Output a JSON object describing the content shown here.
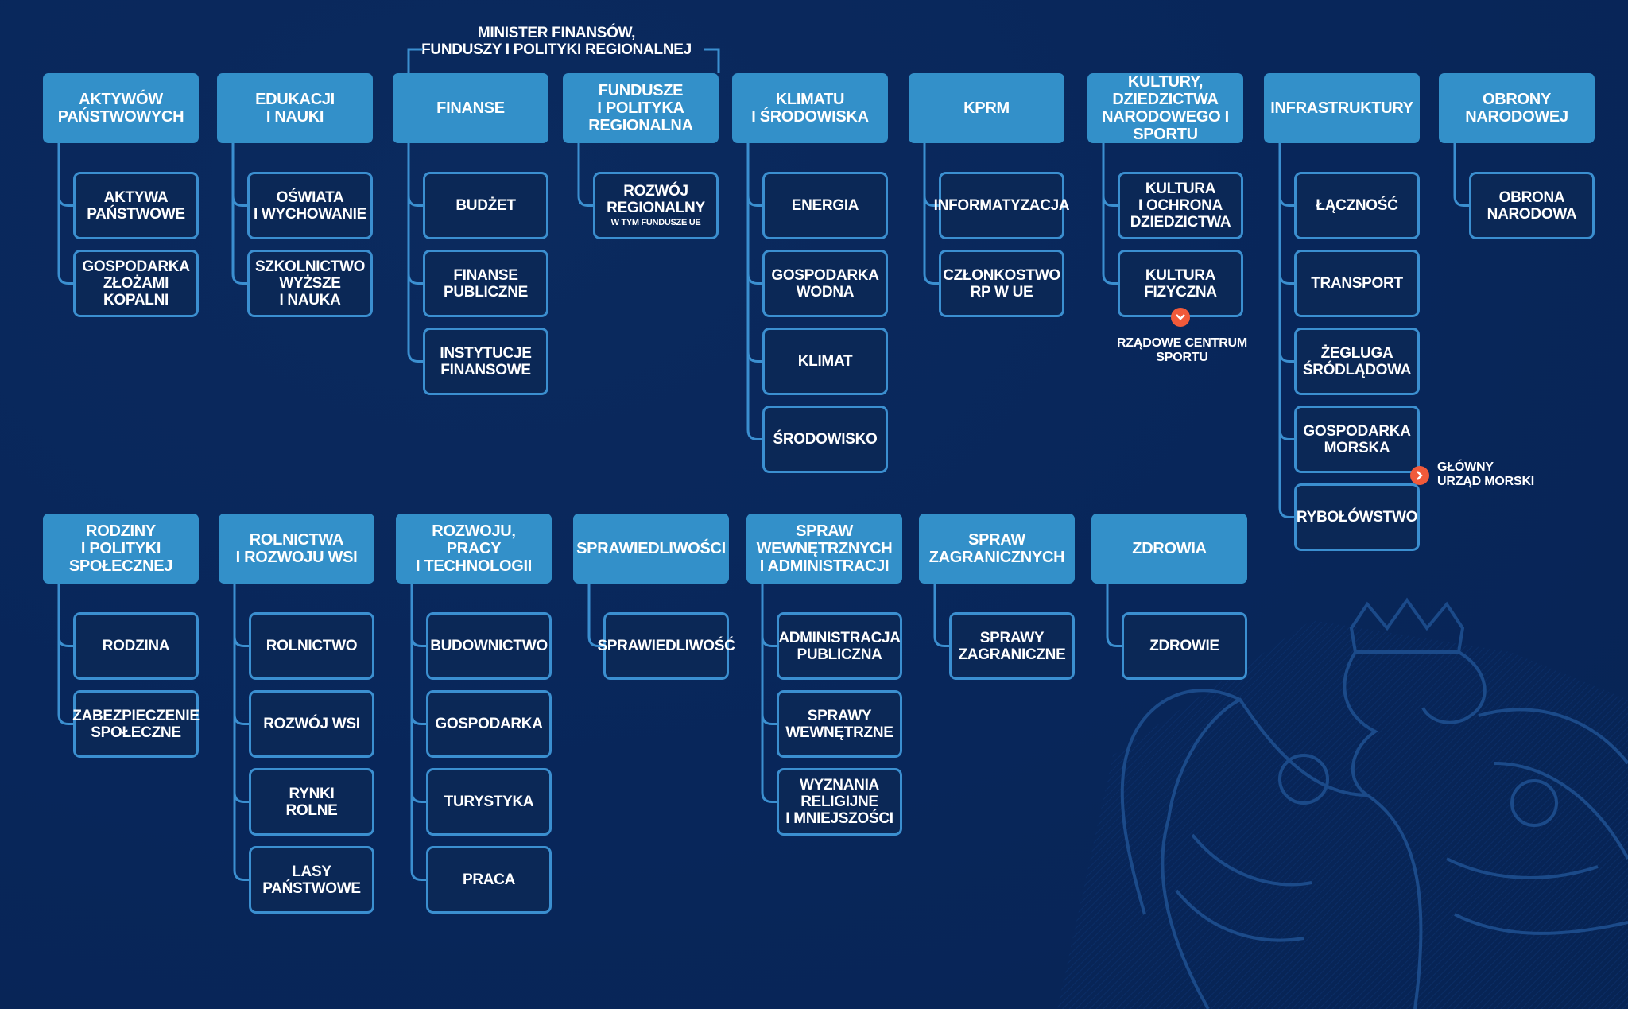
{
  "minister_label": "MINISTER FINANSÓW,\nFUNDUSZY I POLITYKI REGIONALNEJ",
  "ministries": [
    {
      "title": "AKTYWÓW\nPAŃSTWOWYCH",
      "areas": [
        "AKTYWA\nPAŃSTWOWE",
        "GOSPODARKA\nZŁOŻAMI\nKOPALNI"
      ]
    },
    {
      "title": "EDUKACJI\nI NAUKI",
      "areas": [
        "OŚWIATA\nI WYCHOWANIE",
        "SZKOLNICTWO\nWYŻSZE\nI NAUKA"
      ]
    },
    {
      "title": "FINANSE",
      "areas": [
        "BUDŻET",
        "FINANSE\nPUBLICZNE",
        "INSTYTUCJE\nFINANSOWE"
      ]
    },
    {
      "title": "FUNDUSZE\nI POLITYKA\nREGIONALNA",
      "areas": [
        "ROZWÓJ\nREGIONALNY"
      ],
      "area_sub": "W TYM FUNDUSZE UE"
    },
    {
      "title": "KLIMATU\nI ŚRODOWISKA",
      "areas": [
        "ENERGIA",
        "GOSPODARKA\nWODNA",
        "KLIMAT",
        "ŚRODOWISKO"
      ]
    },
    {
      "title": "KPRM",
      "areas": [
        "INFORMATYZACJA",
        "CZŁONKOSTWO\nRP W UE"
      ]
    },
    {
      "title": "KULTURY,\nDZIEDZICTWA\nNARODOWEGO I SPORTU",
      "areas": [
        "KULTURA\nI OCHRONA\nDZIEDZICTWA",
        "KULTURA\nFIZYCZNA"
      ],
      "note": "RZĄDOWE CENTRUM SPORTU"
    },
    {
      "title": "INFRASTRUKTURY",
      "areas": [
        "ŁĄCZNOŚĆ",
        "TRANSPORT",
        "ŻEGLUGA\nŚRÓDLĄDOWA",
        "GOSPODARKA\nMORSKA",
        "RYBOŁÓWSTWO"
      ],
      "note": "GŁÓWNY\nURZĄD MORSKI"
    },
    {
      "title": "OBRONY\nNARODOWEJ",
      "areas": [
        "OBRONA\nNARODOWA"
      ]
    },
    {
      "title": "RODZINY\nI POLITYKI\nSPOŁECZNEJ",
      "areas": [
        "RODZINA",
        "ZABEZPIECZENIE\nSPOŁECZNE"
      ]
    },
    {
      "title": "ROLNICTWA\nI ROZWOJU WSI",
      "areas": [
        "ROLNICTWO",
        "ROZWÓJ WSI",
        "RYNKI\nROLNE",
        "LASY\nPAŃSTWOWE"
      ]
    },
    {
      "title": "ROZWOJU,\nPRACY\nI TECHNOLOGII",
      "areas": [
        "BUDOWNICTWO",
        "GOSPODARKA",
        "TURYSTYKA",
        "PRACA"
      ]
    },
    {
      "title": "SPRAWIEDLIWOŚCI",
      "areas": [
        "SPRAWIEDLIWOŚĆ"
      ]
    },
    {
      "title": "SPRAW\nWEWNĘTRZNYCH\nI ADMINISTRACJI",
      "areas": [
        "ADMINISTRACJA\nPUBLICZNA",
        "SPRAWY\nWEWNĘTRZNE",
        "WYZNANIA\nRELIGIJNE\nI MNIEJSZOŚCI"
      ]
    },
    {
      "title": "SPRAW\nZAGRANICZNYCH",
      "areas": [
        "SPRAWY\nZAGRANICZNE"
      ]
    },
    {
      "title": "ZDROWIA",
      "areas": [
        "ZDROWIE"
      ]
    }
  ],
  "colors": {
    "background": "#08265a",
    "header": "#3390c9",
    "border": "#3b8fd0",
    "badge": "#f15a3a"
  }
}
